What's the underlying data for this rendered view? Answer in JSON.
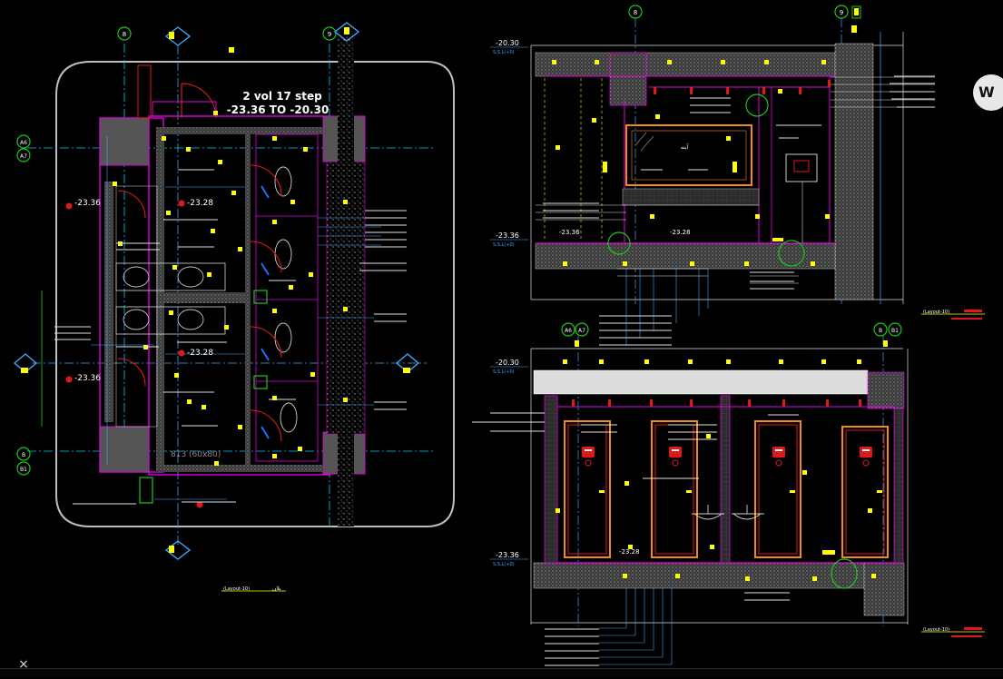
{
  "colors": {
    "background": "#000000",
    "wall": "#e000e0",
    "grid": "#00c8ff",
    "dim": "#3fa6ff",
    "yellow": "#ffff00",
    "green": "#19c819",
    "red": "#e01818",
    "orange": "#f08c14",
    "white": "#ffffff",
    "hatch": "#6e6e6e"
  },
  "plan": {
    "stair_note_line1": "2 vol 17 step",
    "stair_note_line2": "-23.36 TO -20.30",
    "grid_top_left": "8",
    "grid_top_right": "9",
    "grid_left_top_a": "A6",
    "grid_left_top_b": "A7",
    "grid_left_bottom_a": "B",
    "grid_left_bottom_b": "B1",
    "level_a": "-23.36",
    "level_b": "-23.28",
    "level_c": "-23.28",
    "level_d": "-23.36",
    "sink_note": "813 (60x80)",
    "title_label": "(Layout-10)",
    "title_sub": "پلان"
  },
  "elev_top": {
    "grid_a": "8",
    "grid_b": "9",
    "level_top": "-20.30",
    "level_top_sub": "S.S.L(+0)",
    "level_bottom": "-23.36",
    "level_bottom_sub": "S.S.L(+0)",
    "level_mid": "-23.36",
    "level_mid2": "-23.28",
    "mirror_label": "آینه",
    "title_label": "(Layout-10)"
  },
  "elev_bottom": {
    "grid_a": "A6",
    "grid_b": "A7",
    "grid_c": "B",
    "grid_d": "B1",
    "level_top": "-20.30",
    "level_top_sub": "S.S.L(+0)",
    "level_bottom": "-23.36",
    "level_bottom_sub": "S.S.L(+0)",
    "level_mid": "-23.28",
    "title_label": "(Layout-10)"
  },
  "ui": {
    "close_label": "×",
    "badge_letter": "W"
  }
}
